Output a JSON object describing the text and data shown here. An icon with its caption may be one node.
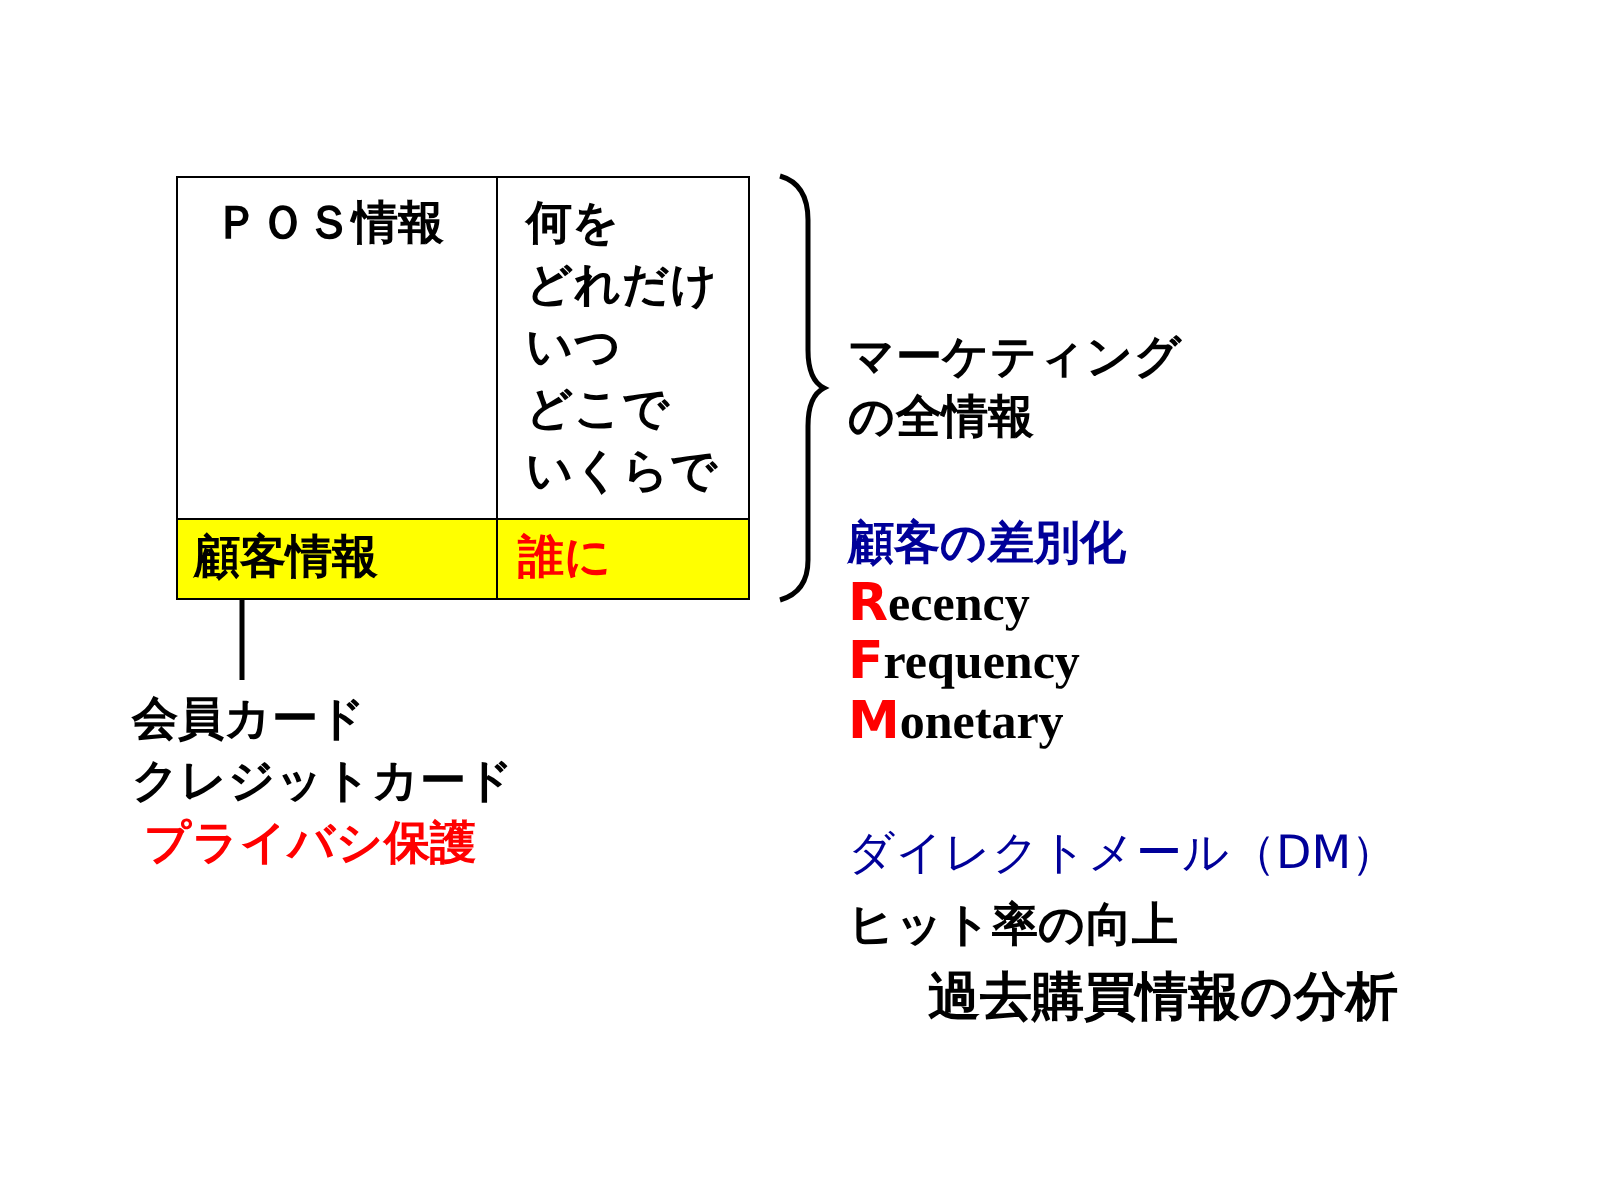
{
  "diagram": {
    "nodes": [
      {
        "text": [
          "ＰＯＳ情報"
        ]
      },
      {
        "text": [
          "何を",
          "どれだけ",
          "いつ",
          "どこで",
          "いくらで"
        ]
      },
      {
        "text": [
          "顧客情報"
        ]
      },
      {
        "text": [
          "誰に"
        ]
      },
      {
        "text": [
          "会員カード",
          "クレジットカード",
          "プライバシ保護"
        ]
      }
    ],
    "edges": [
      {
        "from": 2,
        "to": 4,
        "arrow": "none"
      }
    ],
    "labels": [
      "マーケティングの全情報",
      "顧客の差別化",
      "Recency",
      "Frequency",
      "Monetary",
      "ダイレクトメール（DM）",
      "ヒット率の向上",
      "過去購買情報の分析"
    ]
  }
}
